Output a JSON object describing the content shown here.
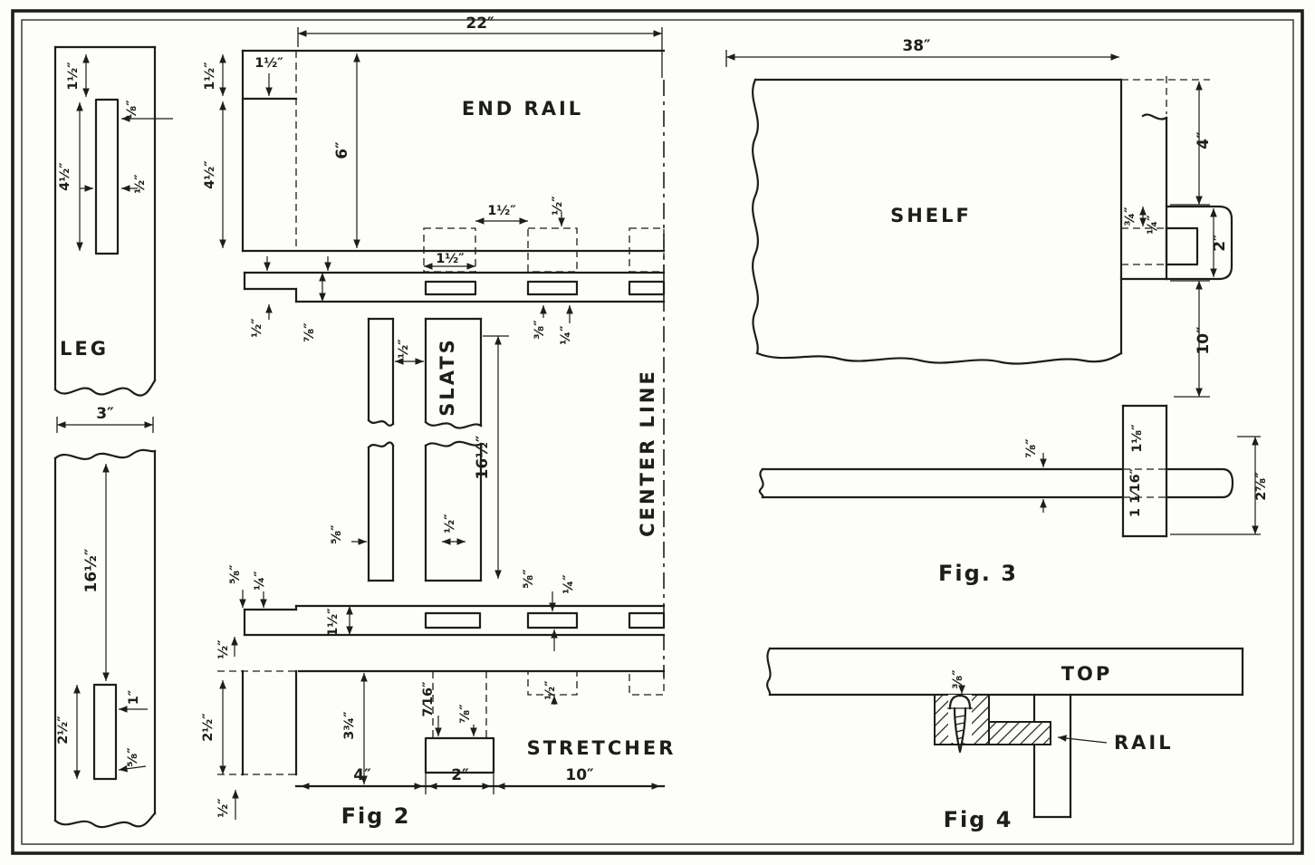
{
  "sheet": {
    "paper_color": "#fdfdfa",
    "ink_color": "#1d1d1d"
  },
  "leg": {
    "label": "LEG",
    "d1h": "1½″",
    "d18": "⅛″",
    "d4h": "4½″",
    "dhalf": "½″",
    "d3": "3″",
    "d16h": "16½″",
    "d2h": "2½″",
    "d1": "1″",
    "d58": "⅝″"
  },
  "fig2": {
    "caption": "Fig 2",
    "end_rail_label": "END RAIL",
    "slats_label": "SLATS",
    "center_line_label": "CENTER LINE",
    "stretcher_label": "STRETCHER",
    "d22": "22″",
    "d1h_left": "1½″",
    "d1h_top": "1½″",
    "d4h": "4½″",
    "d6": "6″",
    "d1h_spacing": "1½″",
    "dhalf_tenon": "½″",
    "d1h_mortise": "1½″",
    "dhalf_left": "½″",
    "d78_rail": "⅞″",
    "dhalf_gap": "½″",
    "d38_mortise": "⅜″",
    "d14_mortise": "¼″",
    "d16h": "16½″",
    "d58_slat": "⅝″",
    "dhalf_slat": "½″",
    "d58_left": "⅝″",
    "d14_left": "¼″",
    "d58_right": "⅝″",
    "d14_right": "¼″",
    "d1h_rail": "1½″",
    "dhalf_rail": "½″",
    "d2h": "2½″",
    "d334": "3¾″",
    "d716": "7⁄16″",
    "d78_stretcher": "⅞″",
    "dhalf_stretcher": "½″",
    "d4": "4″",
    "d2": "2″",
    "d10": "10″",
    "dhalf_bottom": "½″"
  },
  "fig3": {
    "caption": "Fig. 3",
    "shelf_label": "SHELF",
    "d38": "38″",
    "d34": "¾″",
    "d14": "¼″",
    "d2": "2″",
    "d4": "4″",
    "d10": "10″",
    "d78": "⅞″",
    "d118": "1⅛″",
    "d1116": "1 1⁄16″",
    "d278": "2⅞″"
  },
  "fig4": {
    "caption": "Fig 4",
    "top_label": "TOP",
    "rail_label": "RAIL",
    "d38": "⅜″"
  }
}
